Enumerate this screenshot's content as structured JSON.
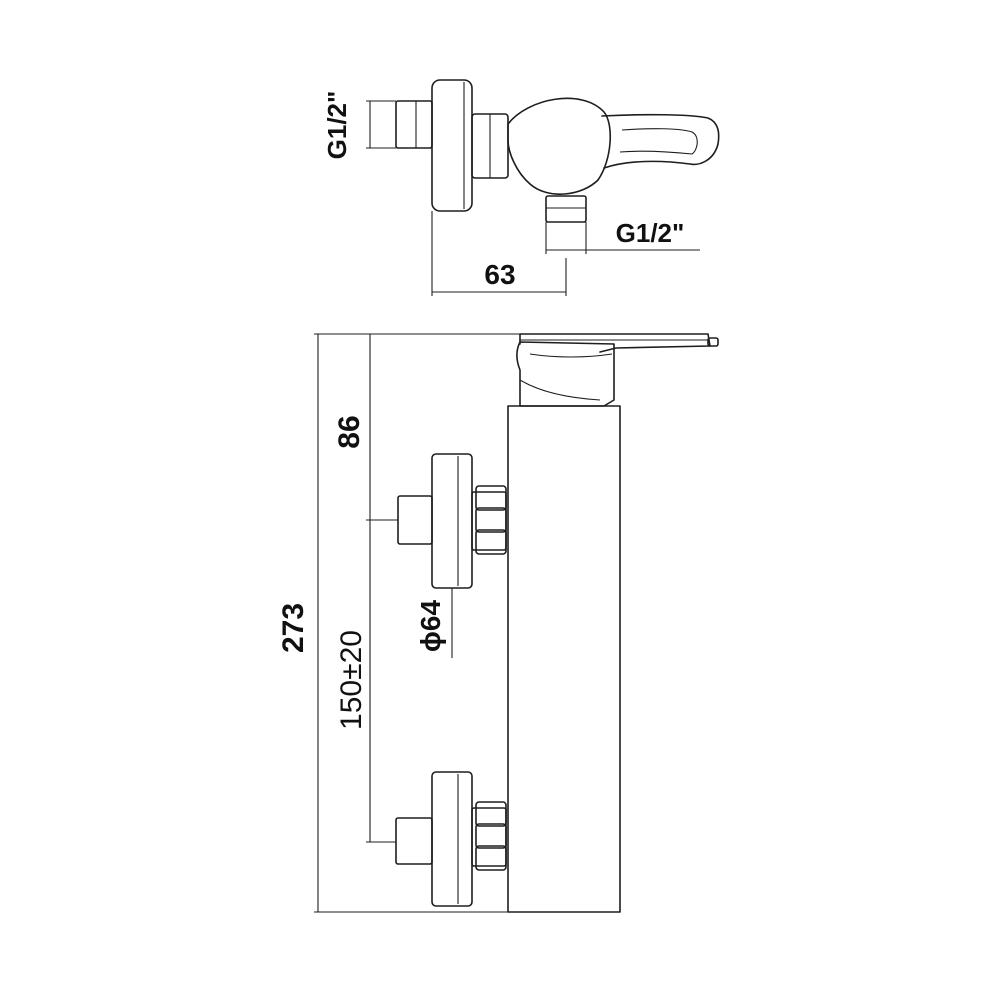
{
  "top_view": {
    "inlet_label_left": "G1/2\"",
    "outlet_label_bottom": "G1/2\"",
    "depth_dimension": "63"
  },
  "side_view": {
    "lever_offset_dimension": "86",
    "overall_height_dimension": "273",
    "inlet_spacing_dimension": "150±20",
    "flange_diameter_dimension": "ϕ64"
  }
}
